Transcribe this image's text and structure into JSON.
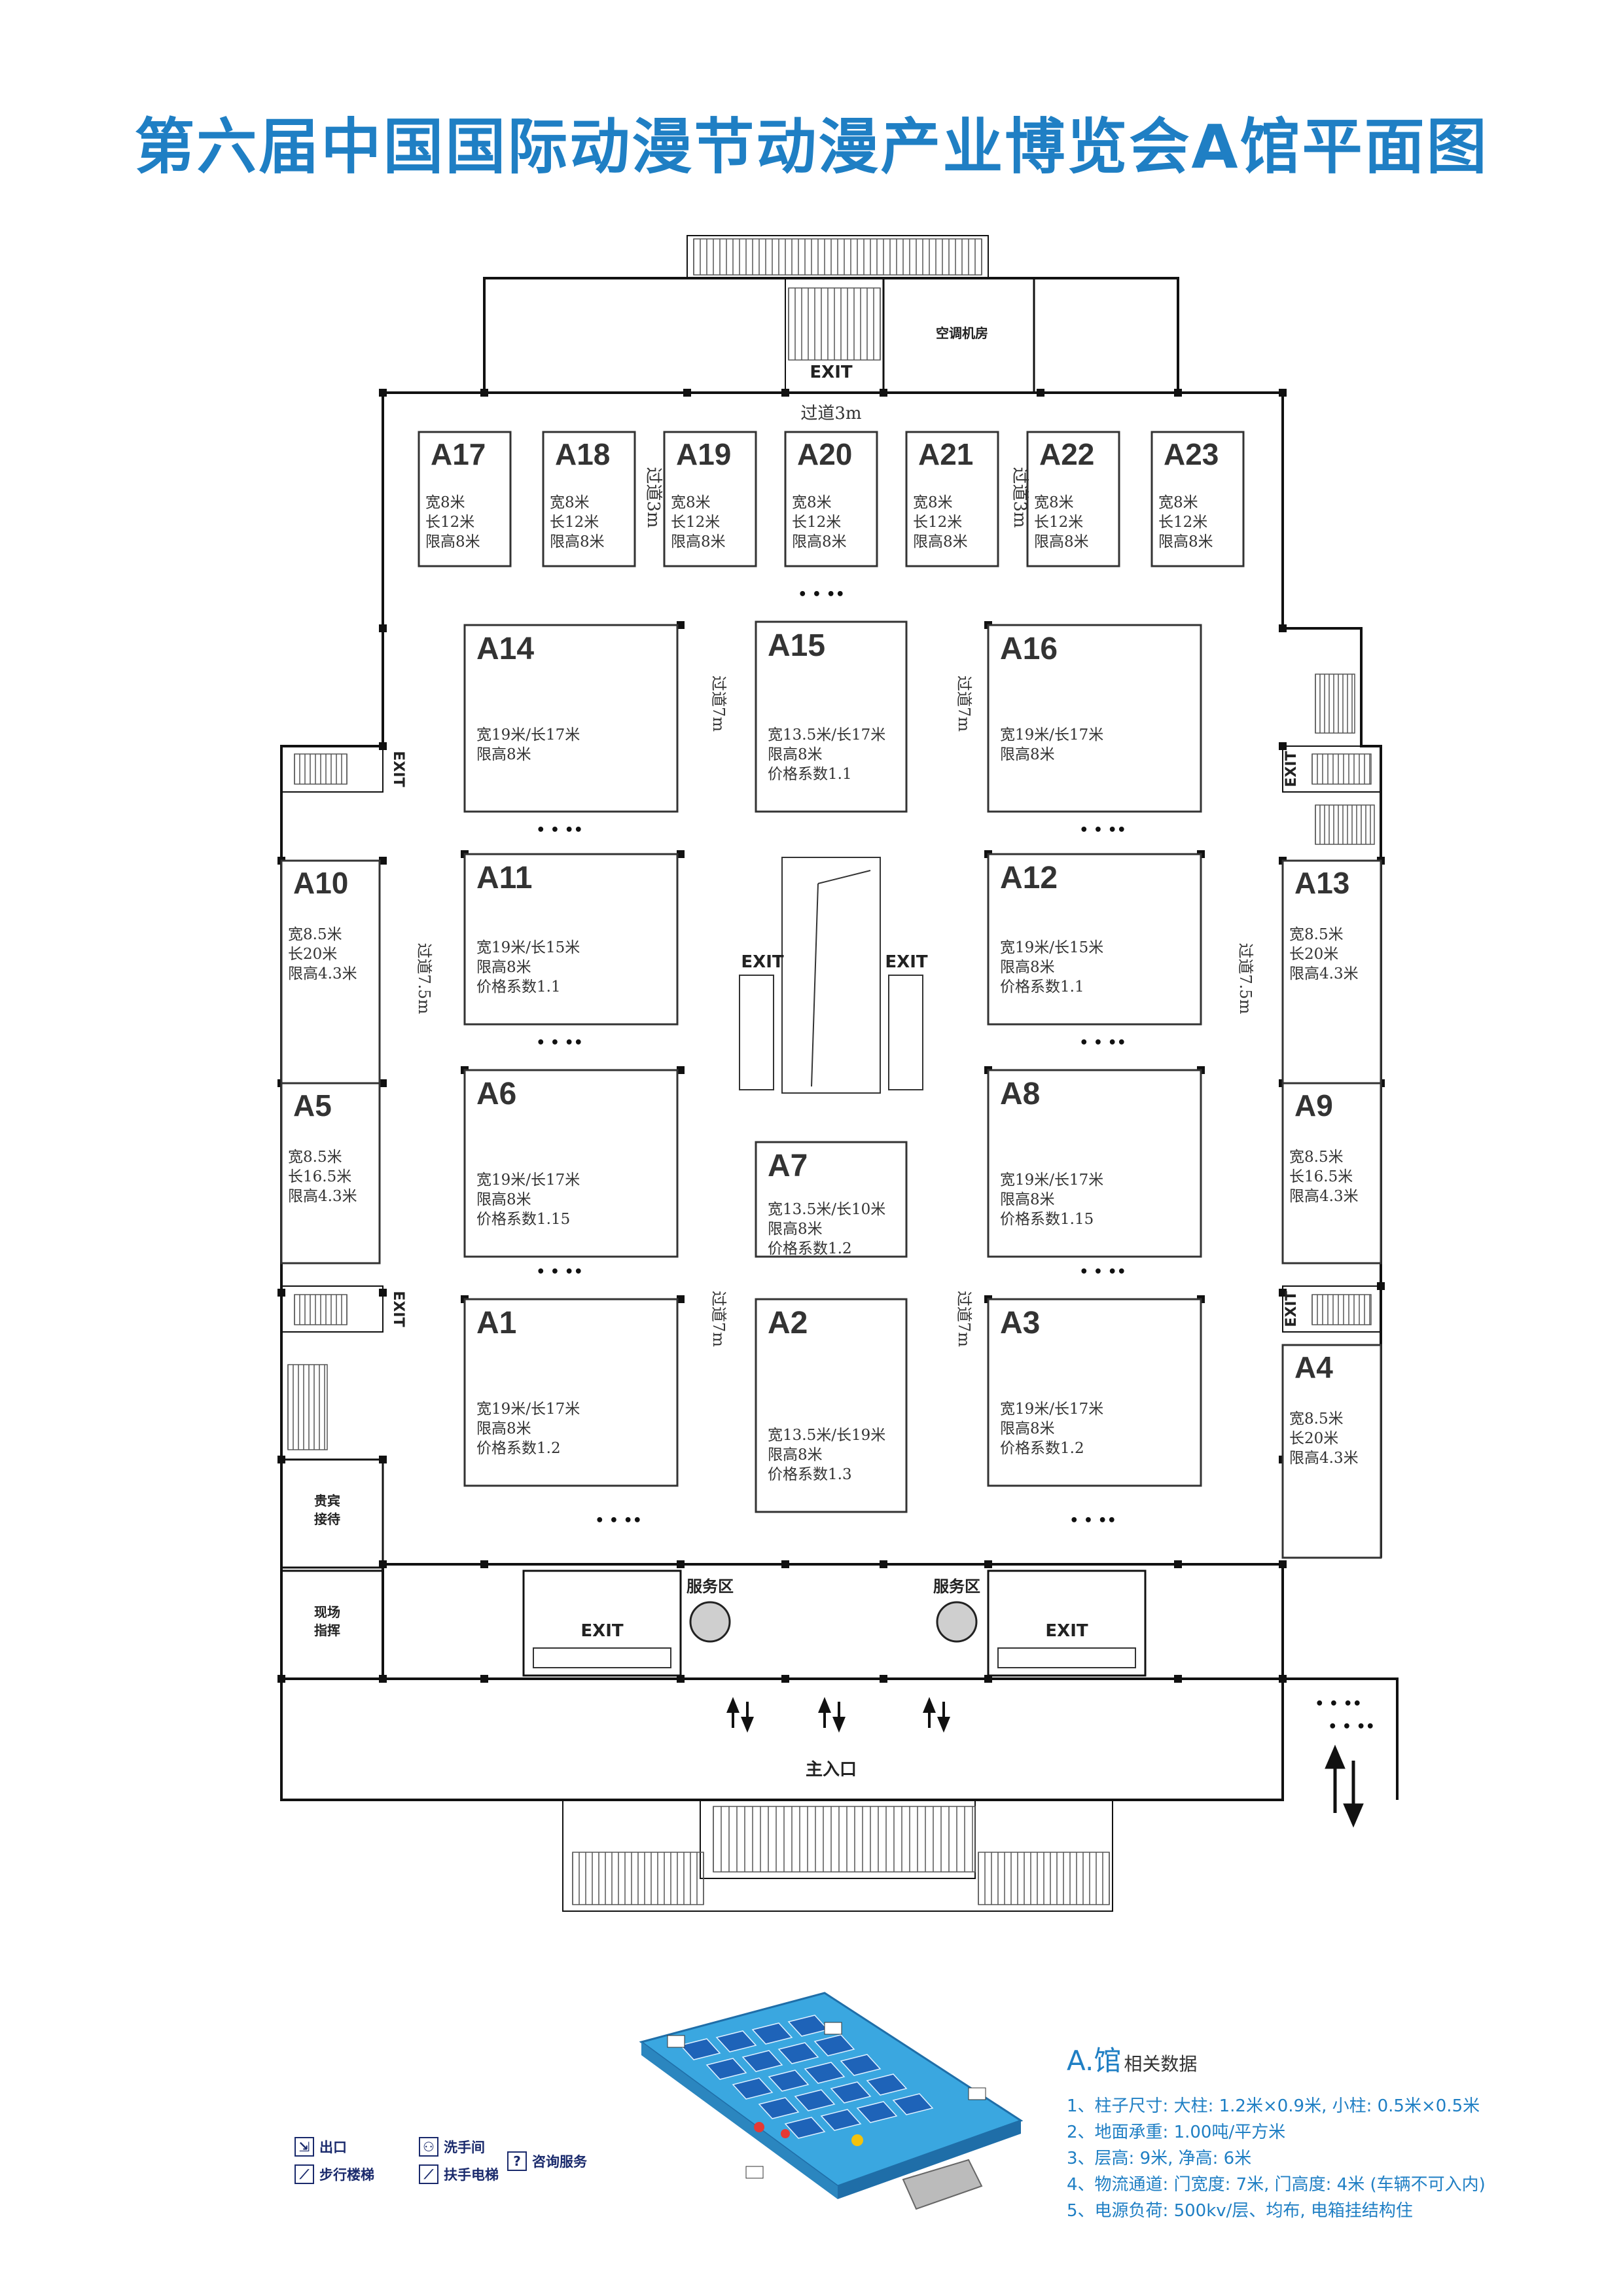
{
  "title": "第六届中国国际动漫节动漫产业博览会A馆平面图",
  "booths": [
    {
      "id": "A17",
      "lines": [
        "宽8米",
        "长12米",
        "限高8米"
      ]
    },
    {
      "id": "A18",
      "lines": [
        "宽8米",
        "长12米",
        "限高8米"
      ]
    },
    {
      "id": "A19",
      "lines": [
        "宽8米",
        "长12米",
        "限高8米"
      ]
    },
    {
      "id": "A20",
      "lines": [
        "宽8米",
        "长12米",
        "限高8米"
      ]
    },
    {
      "id": "A21",
      "lines": [
        "宽8米",
        "长12米",
        "限高8米"
      ]
    },
    {
      "id": "A22",
      "lines": [
        "宽8米",
        "长12米",
        "限高8米"
      ]
    },
    {
      "id": "A23",
      "lines": [
        "宽8米",
        "长12米",
        "限高8米"
      ]
    },
    {
      "id": "A14",
      "lines": [
        "宽19米/长17米",
        "限高8米"
      ]
    },
    {
      "id": "A15",
      "lines": [
        "宽13.5米/长17米",
        "限高8米",
        "价格系数1.1"
      ]
    },
    {
      "id": "A16",
      "lines": [
        "宽19米/长17米",
        "限高8米"
      ]
    },
    {
      "id": "A11",
      "lines": [
        "宽19米/长15米",
        "限高8米",
        "价格系数1.1"
      ]
    },
    {
      "id": "A12",
      "lines": [
        "宽19米/长15米",
        "限高8米",
        "价格系数1.1"
      ]
    },
    {
      "id": "A6",
      "lines": [
        "宽19米/长17米",
        "限高8米",
        "价格系数1.15"
      ]
    },
    {
      "id": "A7",
      "lines": [
        "宽13.5米/长10米",
        "限高8米",
        "价格系数1.2"
      ]
    },
    {
      "id": "A8",
      "lines": [
        "宽19米/长17米",
        "限高8米",
        "价格系数1.15"
      ]
    },
    {
      "id": "A1",
      "lines": [
        "宽19米/长17米",
        "限高8米",
        "价格系数1.2"
      ]
    },
    {
      "id": "A2",
      "lines": [
        "宽13.5米/长19米",
        "限高8米",
        "价格系数1.3"
      ]
    },
    {
      "id": "A3",
      "lines": [
        "宽19米/长17米",
        "限高8米",
        "价格系数1.2"
      ]
    },
    {
      "id": "A10",
      "lines": [
        "宽8.5米",
        "长20米",
        "限高4.3米"
      ]
    },
    {
      "id": "A5",
      "lines": [
        "宽8.5米",
        "长16.5米",
        "限高4.3米"
      ]
    },
    {
      "id": "A13",
      "lines": [
        "宽8.5米",
        "长20米",
        "限高4.3米"
      ]
    },
    {
      "id": "A9",
      "lines": [
        "宽8.5米",
        "长16.5米",
        "限高4.3米"
      ]
    },
    {
      "id": "A4",
      "lines": [
        "宽8.5米",
        "长20米",
        "限高4.3米"
      ]
    }
  ],
  "labels": {
    "exit": "EXIT",
    "ac_room": "空调机房",
    "aisle_3m": "过道3m",
    "aisle_7m": "过道7m",
    "aisle_75m": "过道7.5m",
    "service": "服务区",
    "main_entrance": "主入口",
    "vip": "贵宾接待",
    "command": "现场指挥",
    "dots": "• • ••"
  },
  "info": {
    "heading": "A.馆",
    "sub": "相关数据",
    "items": [
      "1、柱子尺寸: 大柱: 1.2米×0.9米, 小柱: 0.5米×0.5米",
      "2、地面承重: 1.00吨/平方米",
      "3、层高: 9米, 净高: 6米",
      "4、物流通道: 门宽度: 7米, 门高度: 4米 (车辆不可入内)",
      "5、电源负荷: 500kv/层、均布, 电箱挂结构住"
    ]
  },
  "legend": {
    "exit": "出口",
    "stairs": "步行楼梯",
    "restroom": "洗手间",
    "escalator": "扶手电梯",
    "info_service": "咨询服务"
  },
  "colors": {
    "title": "#1f7fc4",
    "walls": "#111111",
    "booth_border": "#333333",
    "mini_floor": "#3aa7e0"
  }
}
